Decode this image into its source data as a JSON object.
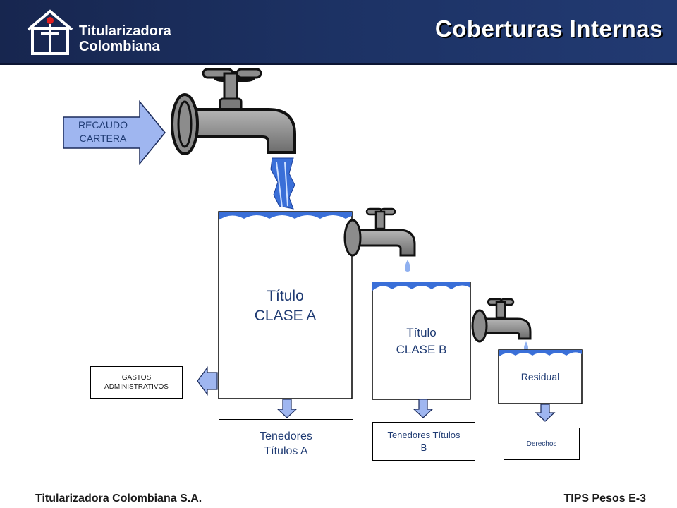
{
  "header": {
    "logo_line1": "Titularizadora",
    "logo_line2": "Colombiana",
    "title": "Coberturas Internas"
  },
  "diagram": {
    "recaudo_line1": "RECAUDO",
    "recaudo_line2": "CARTERA",
    "tank_a_line1": "Título",
    "tank_a_line2": "CLASE A",
    "tank_b_line1": "Título",
    "tank_b_line2": "CLASE B",
    "residual": "Residual",
    "gastos_line1": "GASTOS",
    "gastos_line2": "ADMINISTRATIVOS",
    "tenedores_a_line1": "Tenedores",
    "tenedores_a_line2": "Títulos A",
    "tenedores_b_line1": "Tenedores Títulos",
    "tenedores_b_line2": "B",
    "derechos": "Derechos"
  },
  "footer": {
    "company": "Titularizadora Colombiana S.A.",
    "code": "TIPS Pesos E-3"
  },
  "colors": {
    "header_bg": "#1d3366",
    "water": "#3a6fd8",
    "arrow_fill": "#9fb6f0",
    "faucet": "#8c8c8c",
    "text": "#1f3b73"
  }
}
